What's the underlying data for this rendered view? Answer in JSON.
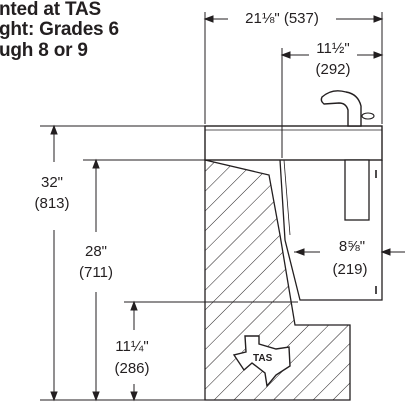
{
  "caption": {
    "line1": "nted at TAS",
    "line2": "ght: Grades 6",
    "line3": "ugh 8 or 9"
  },
  "dimensions": {
    "overall_depth": "21⅛\" (537)",
    "spout_offset": {
      "inches": "11½\"",
      "mm": "(292)"
    },
    "overall_height": {
      "inches": "32\"",
      "mm": "(813)"
    },
    "rim_height": {
      "inches": "28\"",
      "mm": "(711)"
    },
    "knee_depth": {
      "inches": "8⅝\"",
      "mm": "(219)"
    },
    "knee_height": {
      "inches": "11¼\"",
      "mm": "(286)"
    }
  },
  "logo": {
    "text": "TAS"
  },
  "colors": {
    "line": "#231f20",
    "background": "#ffffff"
  }
}
